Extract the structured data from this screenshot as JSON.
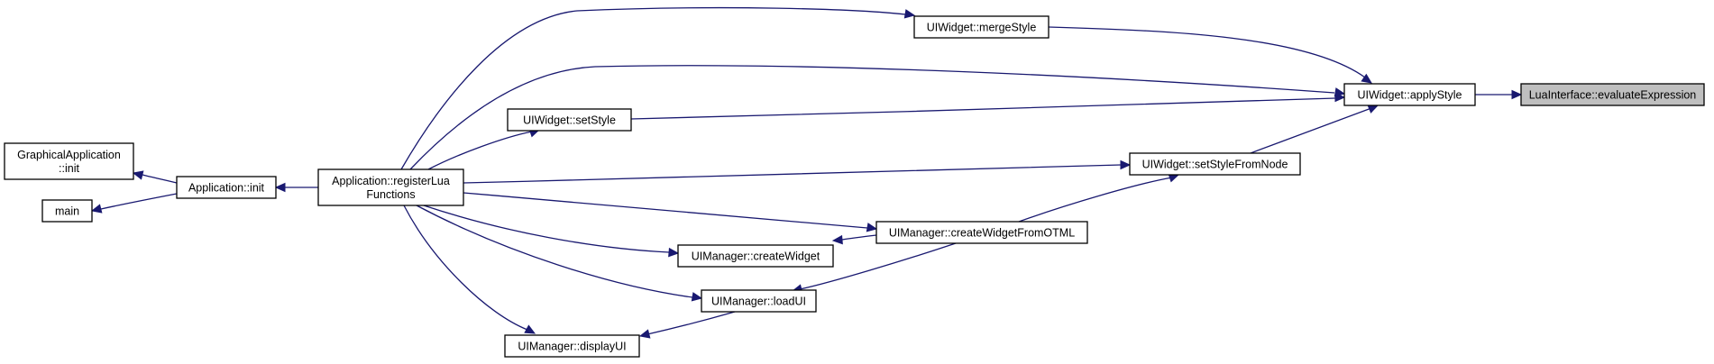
{
  "graph": {
    "direction": "caller graph (arrows point to callee)",
    "edge_color": "#191970",
    "root_fill": "#bfbfbf",
    "nodes": {
      "evaluate": {
        "lines": [
          "LuaInterface::evaluateExpression"
        ]
      },
      "applyStyle": {
        "lines": [
          "UIWidget::applyStyle"
        ]
      },
      "mergeStyle": {
        "lines": [
          "UIWidget::mergeStyle"
        ]
      },
      "setStyle": {
        "lines": [
          "UIWidget::setStyle"
        ]
      },
      "setStyleFromNode": {
        "lines": [
          "UIWidget::setStyleFromNode"
        ]
      },
      "registerLua": {
        "lines": [
          "Application::registerLua",
          "Functions"
        ]
      },
      "appInit": {
        "lines": [
          "Application::init"
        ]
      },
      "graphicalInit": {
        "lines": [
          "GraphicalApplication",
          "::init"
        ]
      },
      "main": {
        "lines": [
          "main"
        ]
      },
      "createWidgetFromOTML": {
        "lines": [
          "UIManager::createWidgetFromOTML"
        ]
      },
      "createWidget": {
        "lines": [
          "UIManager::createWidget"
        ]
      },
      "loadUI": {
        "lines": [
          "UIManager::loadUI"
        ]
      },
      "displayUI": {
        "lines": [
          "UIManager::displayUI"
        ]
      }
    },
    "edges": [
      {
        "from": "applyStyle",
        "to": "evaluate"
      },
      {
        "from": "mergeStyle",
        "to": "applyStyle"
      },
      {
        "from": "setStyle",
        "to": "applyStyle"
      },
      {
        "from": "setStyleFromNode",
        "to": "applyStyle"
      },
      {
        "from": "registerLua",
        "to": "applyStyle"
      },
      {
        "from": "registerLua",
        "to": "mergeStyle"
      },
      {
        "from": "registerLua",
        "to": "setStyle"
      },
      {
        "from": "registerLua",
        "to": "setStyleFromNode"
      },
      {
        "from": "createWidgetFromOTML",
        "to": "setStyleFromNode"
      },
      {
        "from": "registerLua",
        "to": "createWidgetFromOTML"
      },
      {
        "from": "createWidgetFromOTML",
        "to": "createWidget"
      },
      {
        "from": "registerLua",
        "to": "createWidget"
      },
      {
        "from": "createWidgetFromOTML",
        "to": "loadUI"
      },
      {
        "from": "registerLua",
        "to": "loadUI"
      },
      {
        "from": "loadUI",
        "to": "displayUI"
      },
      {
        "from": "registerLua",
        "to": "displayUI"
      },
      {
        "from": "registerLua",
        "to": "appInit"
      },
      {
        "from": "appInit",
        "to": "graphicalInit"
      },
      {
        "from": "appInit",
        "to": "main"
      }
    ]
  }
}
